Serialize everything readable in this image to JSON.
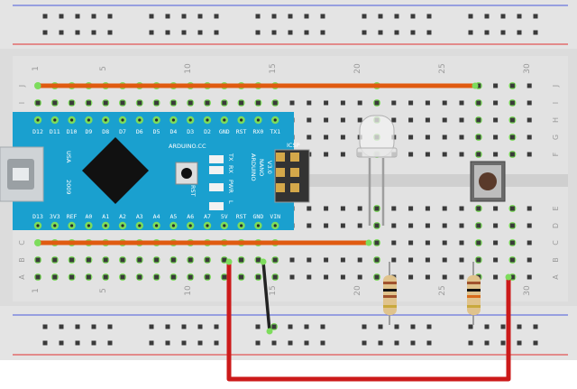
{
  "breadboard": {
    "column_numbers": [
      "1",
      "5",
      "10",
      "15",
      "20",
      "25",
      "30"
    ],
    "row_letters_top": [
      "J",
      "I",
      "H",
      "G",
      "F"
    ],
    "row_letters_bottom": [
      "E",
      "D",
      "C",
      "B",
      "A"
    ]
  },
  "arduino": {
    "brand": "ARDUINO.CC",
    "model_lines": [
      "ARDUINO",
      "NANO",
      "V3.0"
    ],
    "usa_label": "USA",
    "year_label": "2009",
    "icsp_label": "ICSP",
    "rst_label": "RST",
    "top_pins": [
      "D12",
      "D11",
      "D10",
      "D9",
      "D8",
      "D7",
      "D6",
      "D5",
      "D4",
      "D3",
      "D2",
      "GND",
      "RST",
      "RX0",
      "TX1"
    ],
    "bottom_pins": [
      "D13",
      "3V3",
      "REF",
      "A0",
      "A1",
      "A2",
      "A3",
      "A4",
      "A5",
      "A6",
      "A7",
      "5V",
      "RST",
      "GND",
      "VIN"
    ],
    "led_labels": [
      "TX",
      "RX",
      "PWR",
      "L"
    ]
  },
  "colors": {
    "board": "#1aa0cf",
    "wire_orange": "#e05a10",
    "wire_red": "#cc1a1a",
    "wire_black": "#222222",
    "rail_blue": "#4a5adc",
    "rail_red": "#e03030",
    "active_hole": "#7ddc5c"
  },
  "components": [
    "led-5mm-clear",
    "pushbutton",
    "resistor-1",
    "resistor-2"
  ]
}
